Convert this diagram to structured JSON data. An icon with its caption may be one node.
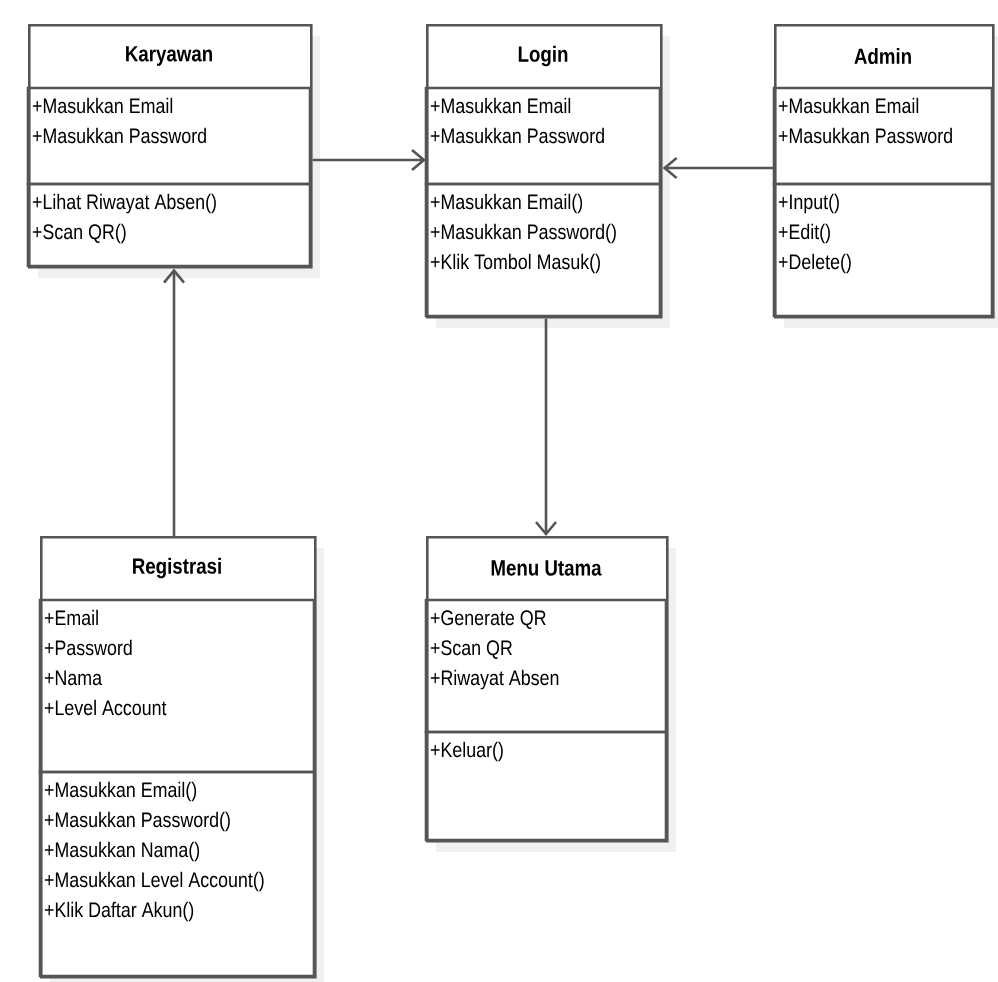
{
  "diagram": {
    "nodes": [
      {
        "text": [
          "Karyawan"
        ]
      },
      {
        "text": [
          "+Masukkan Email",
          "+Masukkan Password"
        ],
        "in": 0
      },
      {
        "text": [
          "+Lihat Riwayat Absen()",
          "+Scan QR()"
        ],
        "in": 0
      },
      {
        "text": [
          "Login"
        ]
      },
      {
        "text": [
          "+Masukkan Email",
          "+Masukkan Password"
        ],
        "in": 3
      },
      {
        "text": [
          "+Masukkan Email()",
          "+Masukkan Password()",
          "+Klik Tombol Masuk()"
        ],
        "in": 3
      },
      {
        "text": [
          "Admin"
        ]
      },
      {
        "text": [
          "+Masukkan Email",
          "+Masukkan Password"
        ],
        "in": 6
      },
      {
        "text": [
          "+Input()",
          "+Edit()",
          "+Delete()"
        ],
        "in": 6
      },
      {
        "text": [
          "Registrasi"
        ]
      },
      {
        "text": [
          "+Email",
          "+Password",
          "+Nama",
          "+Level Account"
        ],
        "in": 9
      },
      {
        "text": [
          "+Masukkan Email()",
          "+Masukkan Password()",
          "+Masukkan Nama()",
          "+Masukkan Level Account()",
          "+Klik Daftar Akun()"
        ],
        "in": 9
      },
      {
        "text": [
          "Menu Utama"
        ]
      },
      {
        "text": [
          "+Generate QR",
          "+Scan QR",
          "+Riwayat Absen"
        ],
        "in": 12
      },
      {
        "text": [
          "+Keluar()"
        ],
        "in": 12
      }
    ],
    "edges": [
      {
        "from": 0,
        "to": 3,
        "arrow": "to"
      },
      {
        "from": 6,
        "to": 3,
        "arrow": "to"
      },
      {
        "from": 9,
        "to": 0,
        "arrow": "to"
      },
      {
        "from": 3,
        "to": 12,
        "arrow": "to"
      }
    ]
  }
}
